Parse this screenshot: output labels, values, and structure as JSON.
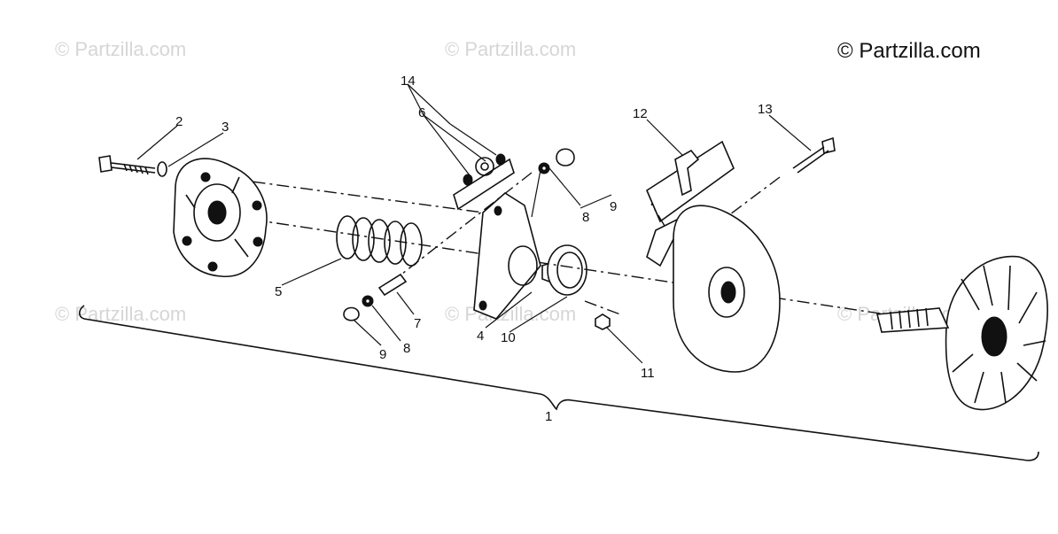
{
  "branding": {
    "copyright": "© Partzilla.com",
    "watermark_text": "© Partzilla.com"
  },
  "callouts": {
    "c1": "1",
    "c2": "2",
    "c3": "3",
    "c4": "4",
    "c5": "5",
    "c6": "6",
    "c7": "7",
    "c8a": "8",
    "c8b": "8",
    "c9a": "9",
    "c9b": "9",
    "c10": "10",
    "c11": "11",
    "c12": "12",
    "c13": "13",
    "c14": "14"
  },
  "colors": {
    "ink": "#111111",
    "watermark": "#d6d6d6",
    "background": "#ffffff"
  }
}
